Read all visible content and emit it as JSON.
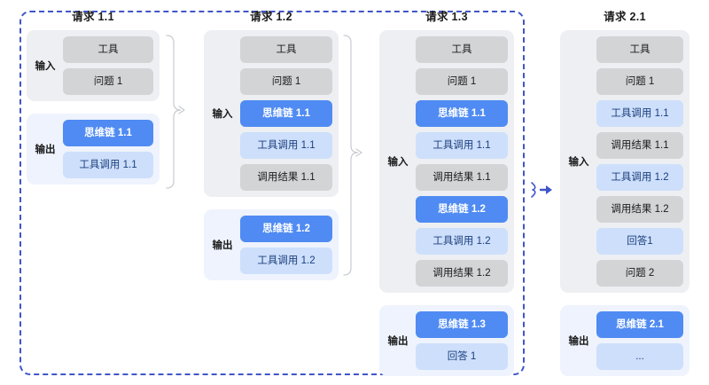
{
  "diagram": {
    "session_boundary_color": "#4055c8",
    "palette": {
      "gray_cell": "#d2d4d6",
      "blue_cell": "#4f8bf2",
      "light_blue_cell": "#cddffb",
      "group_bg_input": "#edeff2",
      "group_bg_output": "#eef3fd",
      "connector_gray": "#c8cbd0",
      "arrow_blue": "#4055c8"
    },
    "labels": {
      "input": "输入",
      "output": "输出"
    },
    "columns": [
      {
        "title": "请求 1.1",
        "input": {
          "label": "输入",
          "cells": [
            {
              "text": "工具",
              "style": "gray"
            },
            {
              "text": "问题 1",
              "style": "gray"
            }
          ]
        },
        "output": {
          "label": "输出",
          "cells": [
            {
              "text": "思维链 1.1",
              "style": "blue"
            },
            {
              "text": "工具调用 1.1",
              "style": "lblue"
            }
          ]
        }
      },
      {
        "title": "请求 1.2",
        "input": {
          "label": "输入",
          "cells": [
            {
              "text": "工具",
              "style": "gray"
            },
            {
              "text": "问题 1",
              "style": "gray"
            },
            {
              "text": "思维链 1.1",
              "style": "blue"
            },
            {
              "text": "工具调用 1.1",
              "style": "lblue"
            },
            {
              "text": "调用结果 1.1",
              "style": "gray"
            }
          ]
        },
        "output": {
          "label": "输出",
          "cells": [
            {
              "text": "思维链 1.2",
              "style": "blue"
            },
            {
              "text": "工具调用 1.2",
              "style": "lblue"
            }
          ]
        }
      },
      {
        "title": "请求 1.3",
        "input": {
          "label": "输入",
          "cells": [
            {
              "text": "工具",
              "style": "gray"
            },
            {
              "text": "问题 1",
              "style": "gray"
            },
            {
              "text": "思维链 1.1",
              "style": "blue"
            },
            {
              "text": "工具调用 1.1",
              "style": "lblue"
            },
            {
              "text": "调用结果 1.1",
              "style": "gray"
            },
            {
              "text": "思维链 1.2",
              "style": "blue"
            },
            {
              "text": "工具调用 1.2",
              "style": "lblue"
            },
            {
              "text": "调用结果 1.2",
              "style": "gray"
            }
          ]
        },
        "output": {
          "label": "输出",
          "cells": [
            {
              "text": "思维链 1.3",
              "style": "blue"
            },
            {
              "text": "回答 1",
              "style": "lblue"
            }
          ]
        }
      },
      {
        "title": "请求 2.1",
        "input": {
          "label": "输入",
          "cells": [
            {
              "text": "工具",
              "style": "gray"
            },
            {
              "text": "问题 1",
              "style": "gray"
            },
            {
              "text": "工具调用 1.1",
              "style": "lblue"
            },
            {
              "text": "调用结果 1.1",
              "style": "gray"
            },
            {
              "text": "工具调用 1.2",
              "style": "lblue"
            },
            {
              "text": "调用结果 1.2",
              "style": "gray"
            },
            {
              "text": "回答1",
              "style": "lblue"
            },
            {
              "text": "问题 2",
              "style": "gray"
            }
          ]
        },
        "output": {
          "label": "输出",
          "cells": [
            {
              "text": "思维链 2.1",
              "style": "blue"
            },
            {
              "text": "...",
              "style": "lblue"
            }
          ]
        }
      }
    ],
    "connectors": [
      {
        "name": "bracket-col1-to-col2",
        "kind": "gray-bracket"
      },
      {
        "name": "bracket-col2-to-col3",
        "kind": "gray-bracket"
      },
      {
        "name": "arrow-col3-to-col4",
        "kind": "blue-arrow"
      }
    ]
  }
}
